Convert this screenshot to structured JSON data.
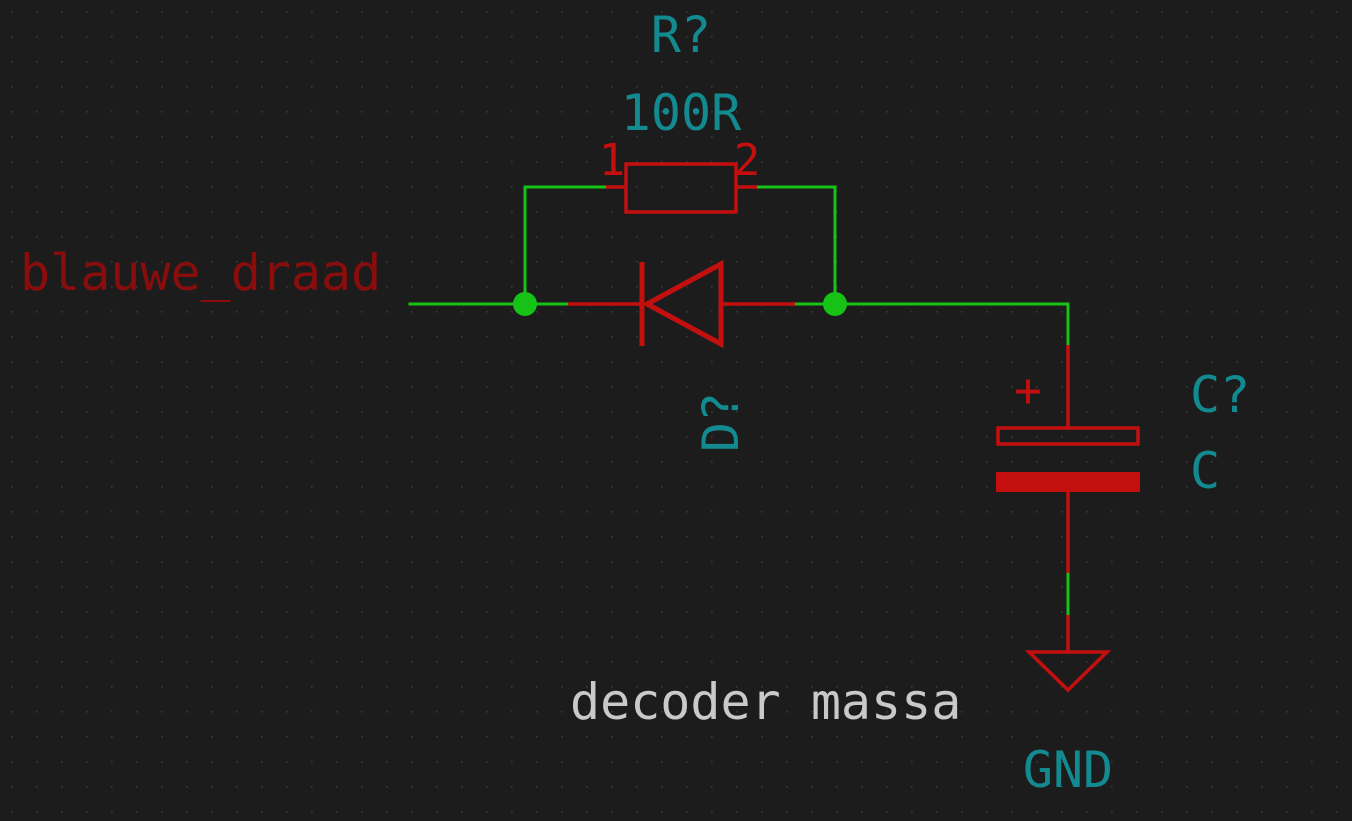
{
  "colors": {
    "background": "#1c1c1c",
    "grid_dot": "#3a3a3a",
    "wire": "#15c215",
    "junction": "#15c215",
    "symbol": "#c40f0f",
    "label_net": "#8a0d0d",
    "ref_value_text": "#138a8f",
    "comment_text": "#c9c9c9"
  },
  "net_label": "blauwe_draad",
  "resistor": {
    "reference": "R?",
    "value": "100R",
    "pin1": "1",
    "pin2": "2"
  },
  "diode": {
    "reference": "D?"
  },
  "capacitor": {
    "reference": "C?",
    "value": "C",
    "polarity": "+"
  },
  "ground": {
    "symbol_name": "ground-icon",
    "label": "GND"
  },
  "comment": "decoder massa"
}
